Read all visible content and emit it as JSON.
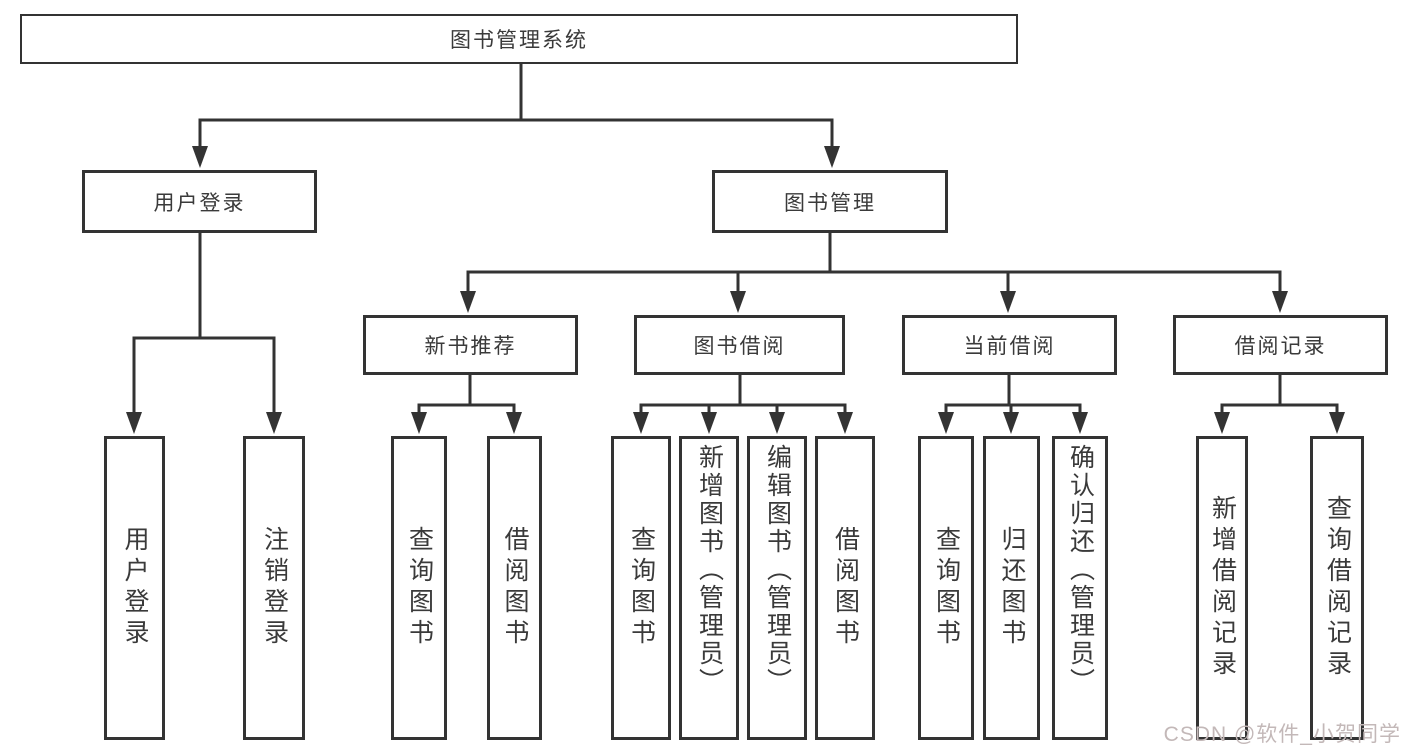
{
  "diagram": {
    "root": {
      "label": "图书管理系统"
    },
    "level2": [
      {
        "label": "用户登录"
      },
      {
        "label": "图书管理"
      }
    ],
    "level3": [
      {
        "label": "新书推荐",
        "parent": "图书管理"
      },
      {
        "label": "图书借阅",
        "parent": "图书管理"
      },
      {
        "label": "当前借阅",
        "parent": "图书管理"
      },
      {
        "label": "借阅记录",
        "parent": "图书管理"
      }
    ],
    "leaves": [
      {
        "label": "用户登录",
        "parent": "用户登录"
      },
      {
        "label": "注销登录",
        "parent": "用户登录"
      },
      {
        "label": "查询图书",
        "parent": "新书推荐"
      },
      {
        "label": "借阅图书",
        "parent": "新书推荐"
      },
      {
        "label": "查询图书",
        "parent": "图书借阅"
      },
      {
        "label": "新增图书（管理员）",
        "parent": "图书借阅"
      },
      {
        "label": "编辑图书（管理员）",
        "parent": "图书借阅"
      },
      {
        "label": "借阅图书",
        "parent": "图书借阅"
      },
      {
        "label": "查询图书",
        "parent": "当前借阅"
      },
      {
        "label": "归还图书",
        "parent": "当前借阅"
      },
      {
        "label": "确认归还（管理员）",
        "parent": "当前借阅"
      },
      {
        "label": "新增借阅记录",
        "parent": "借阅记录"
      },
      {
        "label": "查询借阅记录",
        "parent": "借阅记录"
      }
    ]
  },
  "watermark": "CSDN @软件_小贺同学",
  "colors": {
    "line": "#333333",
    "box_border": "#333333",
    "text": "#3a3a3a",
    "watermark_text": "#c3b8b8",
    "background": "#ffffff"
  }
}
